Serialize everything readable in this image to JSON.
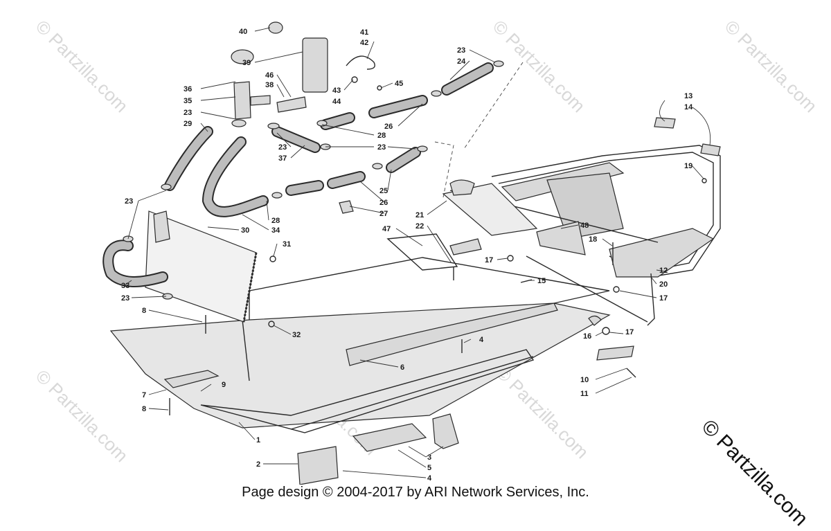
{
  "footer": {
    "text": "Page design © 2004-2017 by ARI Network Services, Inc."
  },
  "copyright": {
    "text": "© Partzilla.com"
  },
  "watermark": {
    "text": "© Partzilla.com"
  },
  "callouts": {
    "c1": "1",
    "c2": "2",
    "c3": "3",
    "c4a": "4",
    "c4b": "4",
    "c5": "5",
    "c6": "6",
    "c7": "7",
    "c8a": "8",
    "c8b": "8",
    "c9": "9",
    "c10": "10",
    "c11": "11",
    "c12": "12",
    "c13": "13",
    "c14": "14",
    "c15": "15",
    "c16": "16",
    "c17a": "17",
    "c17b": "17",
    "c17c": "17",
    "c18": "18",
    "c19": "19",
    "c20": "20",
    "c21": "21",
    "c22": "22",
    "c23a": "23",
    "c23b": "23",
    "c23c": "23",
    "c23d": "23",
    "c23e": "23",
    "c23f": "23",
    "c24": "24",
    "c25": "25",
    "c26a": "26",
    "c26b": "26",
    "c27": "27",
    "c28a": "28",
    "c28b": "28",
    "c29": "29",
    "c30": "30",
    "c31": "31",
    "c32": "32",
    "c33": "33",
    "c34": "34",
    "c35": "35",
    "c36": "36",
    "c37": "37",
    "c38": "38",
    "c39": "39",
    "c40": "40",
    "c41": "41",
    "c42": "42",
    "c43": "43",
    "c44": "44",
    "c45": "45",
    "c46": "46",
    "c47": "47",
    "c48": "48"
  }
}
